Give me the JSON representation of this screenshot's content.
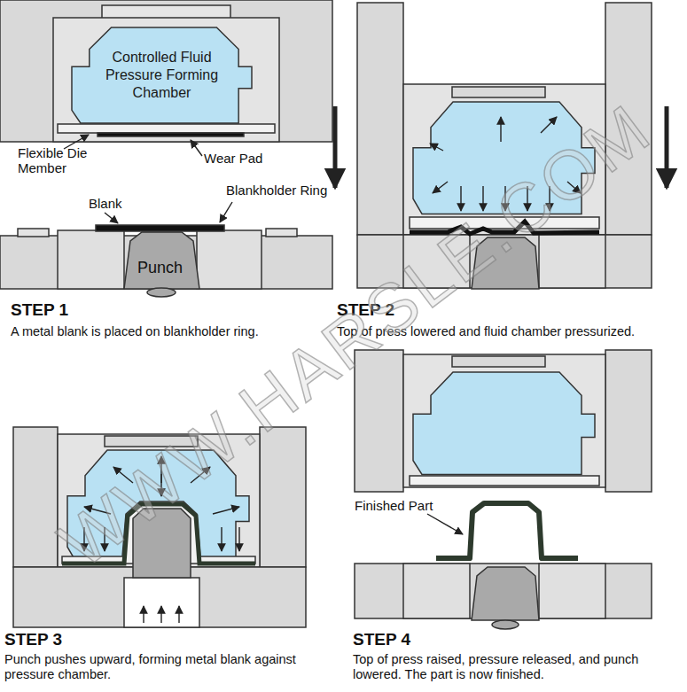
{
  "diagram": {
    "nodes": [
      {
        "text": [
          "Controlled Fluid Pressure Forming Chamber"
        ]
      }
    ],
    "labels": [
      "Flexible Die Member",
      "Wear Pad",
      "Blank",
      "Blankholder Ring",
      "Punch",
      "STEP 1",
      "A metal blank is placed on blankholder ring.",
      "STEP 2",
      "Top of press lowered and fluid chamber pressurized.",
      "STEP 3",
      "Punch pushes upward, forming metal blank against pressure chamber.",
      "STEP 4",
      "Top of press raised, pressure released, and punch lowered. The part is now finished.",
      "Finished Part",
      "WWW.HARSLE.COM"
    ]
  }
}
